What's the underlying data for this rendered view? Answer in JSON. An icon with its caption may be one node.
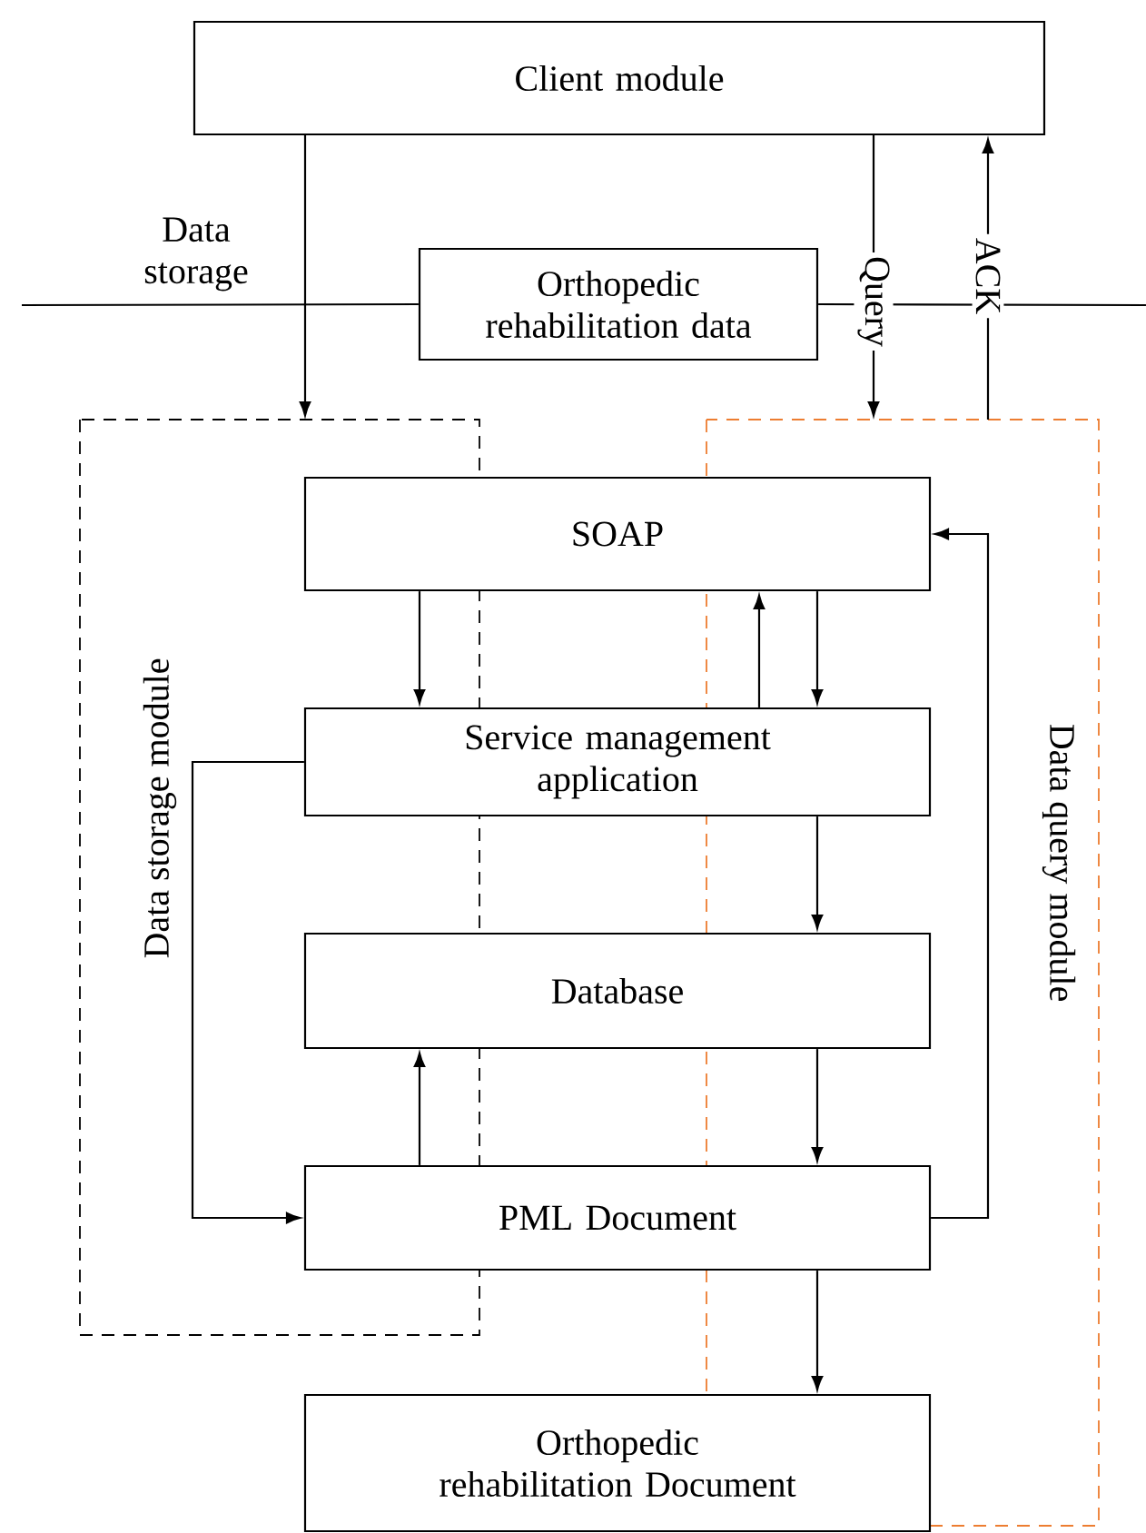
{
  "diagram": {
    "nodes": [
      {
        "text": [
          "Client module"
        ]
      },
      {
        "text": [
          "Orthopedic rehabilitation data"
        ]
      },
      {
        "text": [
          "SOAP"
        ]
      },
      {
        "text": [
          "Service management application"
        ]
      },
      {
        "text": [
          "Database"
        ]
      },
      {
        "text": [
          "PML Document"
        ]
      },
      {
        "text": [
          "Orthopedic rehabilitation Document"
        ]
      }
    ],
    "edges": [
      {
        "from": 0,
        "to": null,
        "arrow": "to"
      },
      {
        "from": 0,
        "to": null,
        "arrow": "to",
        "label": "Query"
      },
      {
        "from": null,
        "to": 0,
        "arrow": "to",
        "label": "ACK"
      },
      {
        "from": 2,
        "to": 3,
        "arrow": "to"
      },
      {
        "from": 3,
        "to": 2,
        "arrow": "to"
      },
      {
        "from": 2,
        "to": 3,
        "arrow": "to"
      },
      {
        "from": 3,
        "to": 4,
        "arrow": "to"
      },
      {
        "from": 3,
        "to": 5,
        "arrow": "to"
      },
      {
        "from": 5,
        "to": 4,
        "arrow": "to"
      },
      {
        "from": 4,
        "to": 5,
        "arrow": "to"
      },
      {
        "from": 5,
        "to": 2,
        "arrow": "to"
      },
      {
        "from": 5,
        "to": 6,
        "arrow": "to"
      }
    ],
    "labels": [
      "Data storage",
      "Data storage module",
      "Data query module"
    ]
  }
}
